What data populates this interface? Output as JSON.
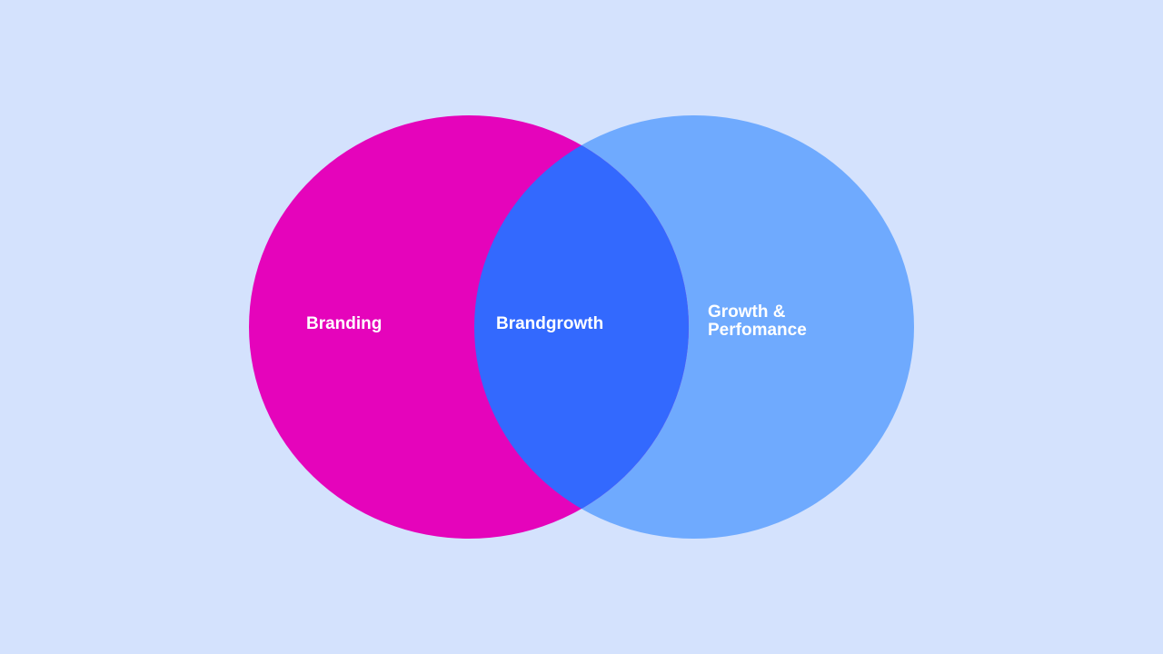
{
  "diagram": {
    "type": "venn",
    "sets": [
      {
        "id": "left",
        "label": "Branding",
        "color": "#e504bb"
      },
      {
        "id": "right",
        "label_lines": [
          "Growth &",
          "Perfomance"
        ],
        "color": "#6faafe"
      }
    ],
    "intersection": {
      "label": "Brandgrowth",
      "color": "#3369fe"
    }
  },
  "colors": {
    "background": "#d4e2fd",
    "text": "#ffffff"
  }
}
